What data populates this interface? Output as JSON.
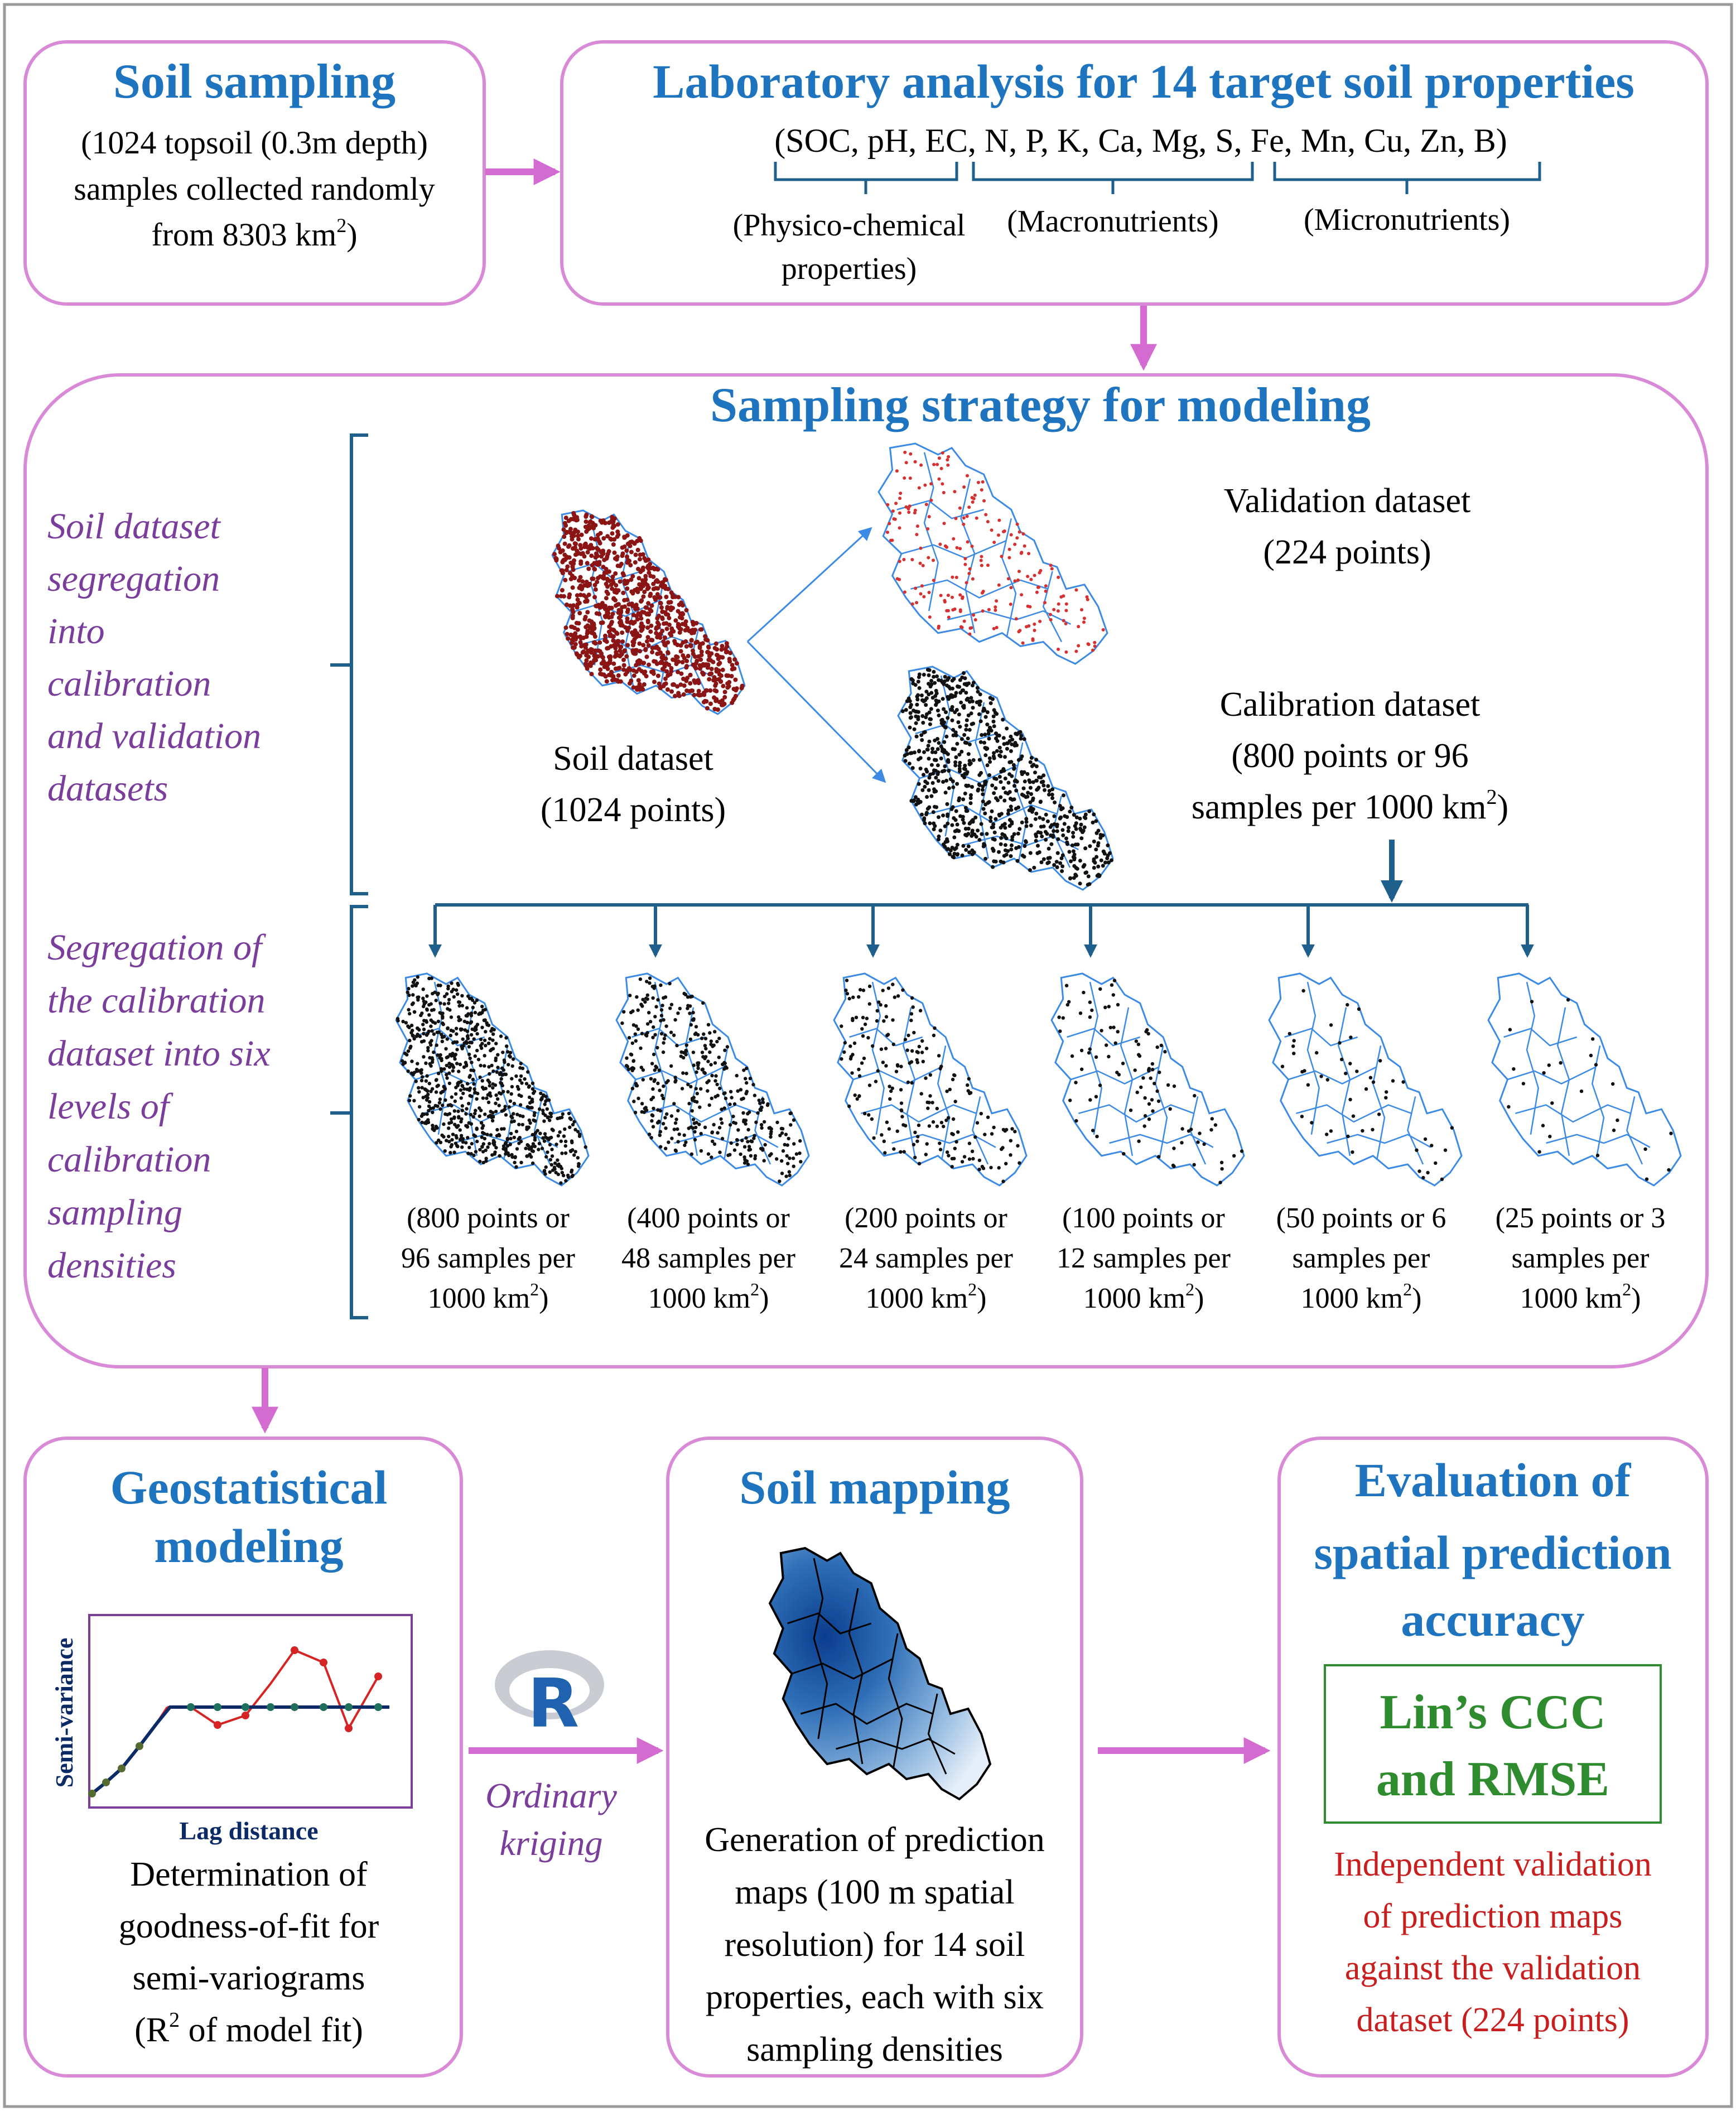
{
  "colors": {
    "box_border": "#d98ad6",
    "arrow_pink": "#d46bd0",
    "title_blue": "#1e74bf",
    "dark_blue": "#1f5f8c",
    "italic_purple": "#7a3d9c",
    "green": "#2e8b2e",
    "red_text": "#c81e1e",
    "map_outline": "#3a8ae6",
    "red_points": "#8b1414"
  },
  "soil_sampling": {
    "title": "Soil sampling",
    "lines": [
      "(1024 topsoil (0.3m depth)",
      "samples collected randomly",
      "from 8303 km",
      ")"
    ],
    "sup": "2"
  },
  "lab_analysis": {
    "title": "Laboratory analysis for 14 target soil properties",
    "properties_line": "(SOC, pH, EC, N, P, K, Ca, Mg, S, Fe, Mn, Cu, Zn, B)",
    "group1_line1": "(Physico-chemical",
    "group1_line2": "properties)",
    "group2": "(Macronutrients)",
    "group3": "(Micronutrients)"
  },
  "sampling_strategy": {
    "title": "Sampling strategy for modeling",
    "segregation_label": [
      "Soil dataset",
      "segregation",
      "into",
      "calibration",
      "and validation",
      "datasets"
    ],
    "levels_label": [
      "Segregation of",
      "the calibration",
      "dataset into six",
      "levels of",
      "calibration",
      "sampling",
      "densities"
    ],
    "soil_dataset": [
      "Soil dataset",
      "(1024 points)"
    ],
    "validation": [
      "Validation dataset",
      "(224 points)"
    ],
    "calibration": [
      "Calibration  dataset",
      "(800 points or 96",
      "samples per 1000 km",
      ")"
    ],
    "densities": [
      {
        "a": "(800 points or",
        "b": "96 samples per",
        "c": "1000 km",
        "d": ")",
        "points": 800
      },
      {
        "a": "(400 points or",
        "b": "48 samples per",
        "c": "1000 km",
        "d": ")",
        "points": 400
      },
      {
        "a": "(200 points or",
        "b": "24 samples per",
        "c": "1000 km",
        "d": ")",
        "points": 200
      },
      {
        "a": "(100 points or",
        "b": "12 samples per",
        "c": "1000 km",
        "d": ")",
        "points": 100
      },
      {
        "a": "(50 points or 6",
        "b": "samples per",
        "c": "1000 km",
        "d": ")",
        "points": 50
      },
      {
        "a": "(25 points or 3",
        "b": "samples per",
        "c": "1000 km",
        "d": ")",
        "points": 25
      }
    ],
    "sup": "2"
  },
  "geostatistical": {
    "title": [
      "Geostatistical",
      "modeling"
    ],
    "y_axis": "Semi-variance",
    "x_axis": "Lag distance",
    "desc": [
      "Determination of",
      "goodness-of-fit for",
      "semi-variograms",
      "(R",
      " of model fit)"
    ],
    "sup": "2"
  },
  "kriging": {
    "r_logo": "R",
    "label": [
      "Ordinary",
      "kriging"
    ]
  },
  "soil_mapping": {
    "title": "Soil mapping",
    "desc": [
      "Generation of prediction",
      "maps (100 m spatial",
      "resolution) for 14 soil",
      "properties, each with six",
      "sampling densities"
    ]
  },
  "evaluation": {
    "title": [
      "Evaluation of",
      "spatial prediction",
      "accuracy"
    ],
    "metrics": [
      "Lin’s CCC",
      "and RMSE"
    ],
    "desc": [
      "Independent validation",
      "of prediction maps",
      "against the validation",
      "dataset (224 points)"
    ]
  }
}
